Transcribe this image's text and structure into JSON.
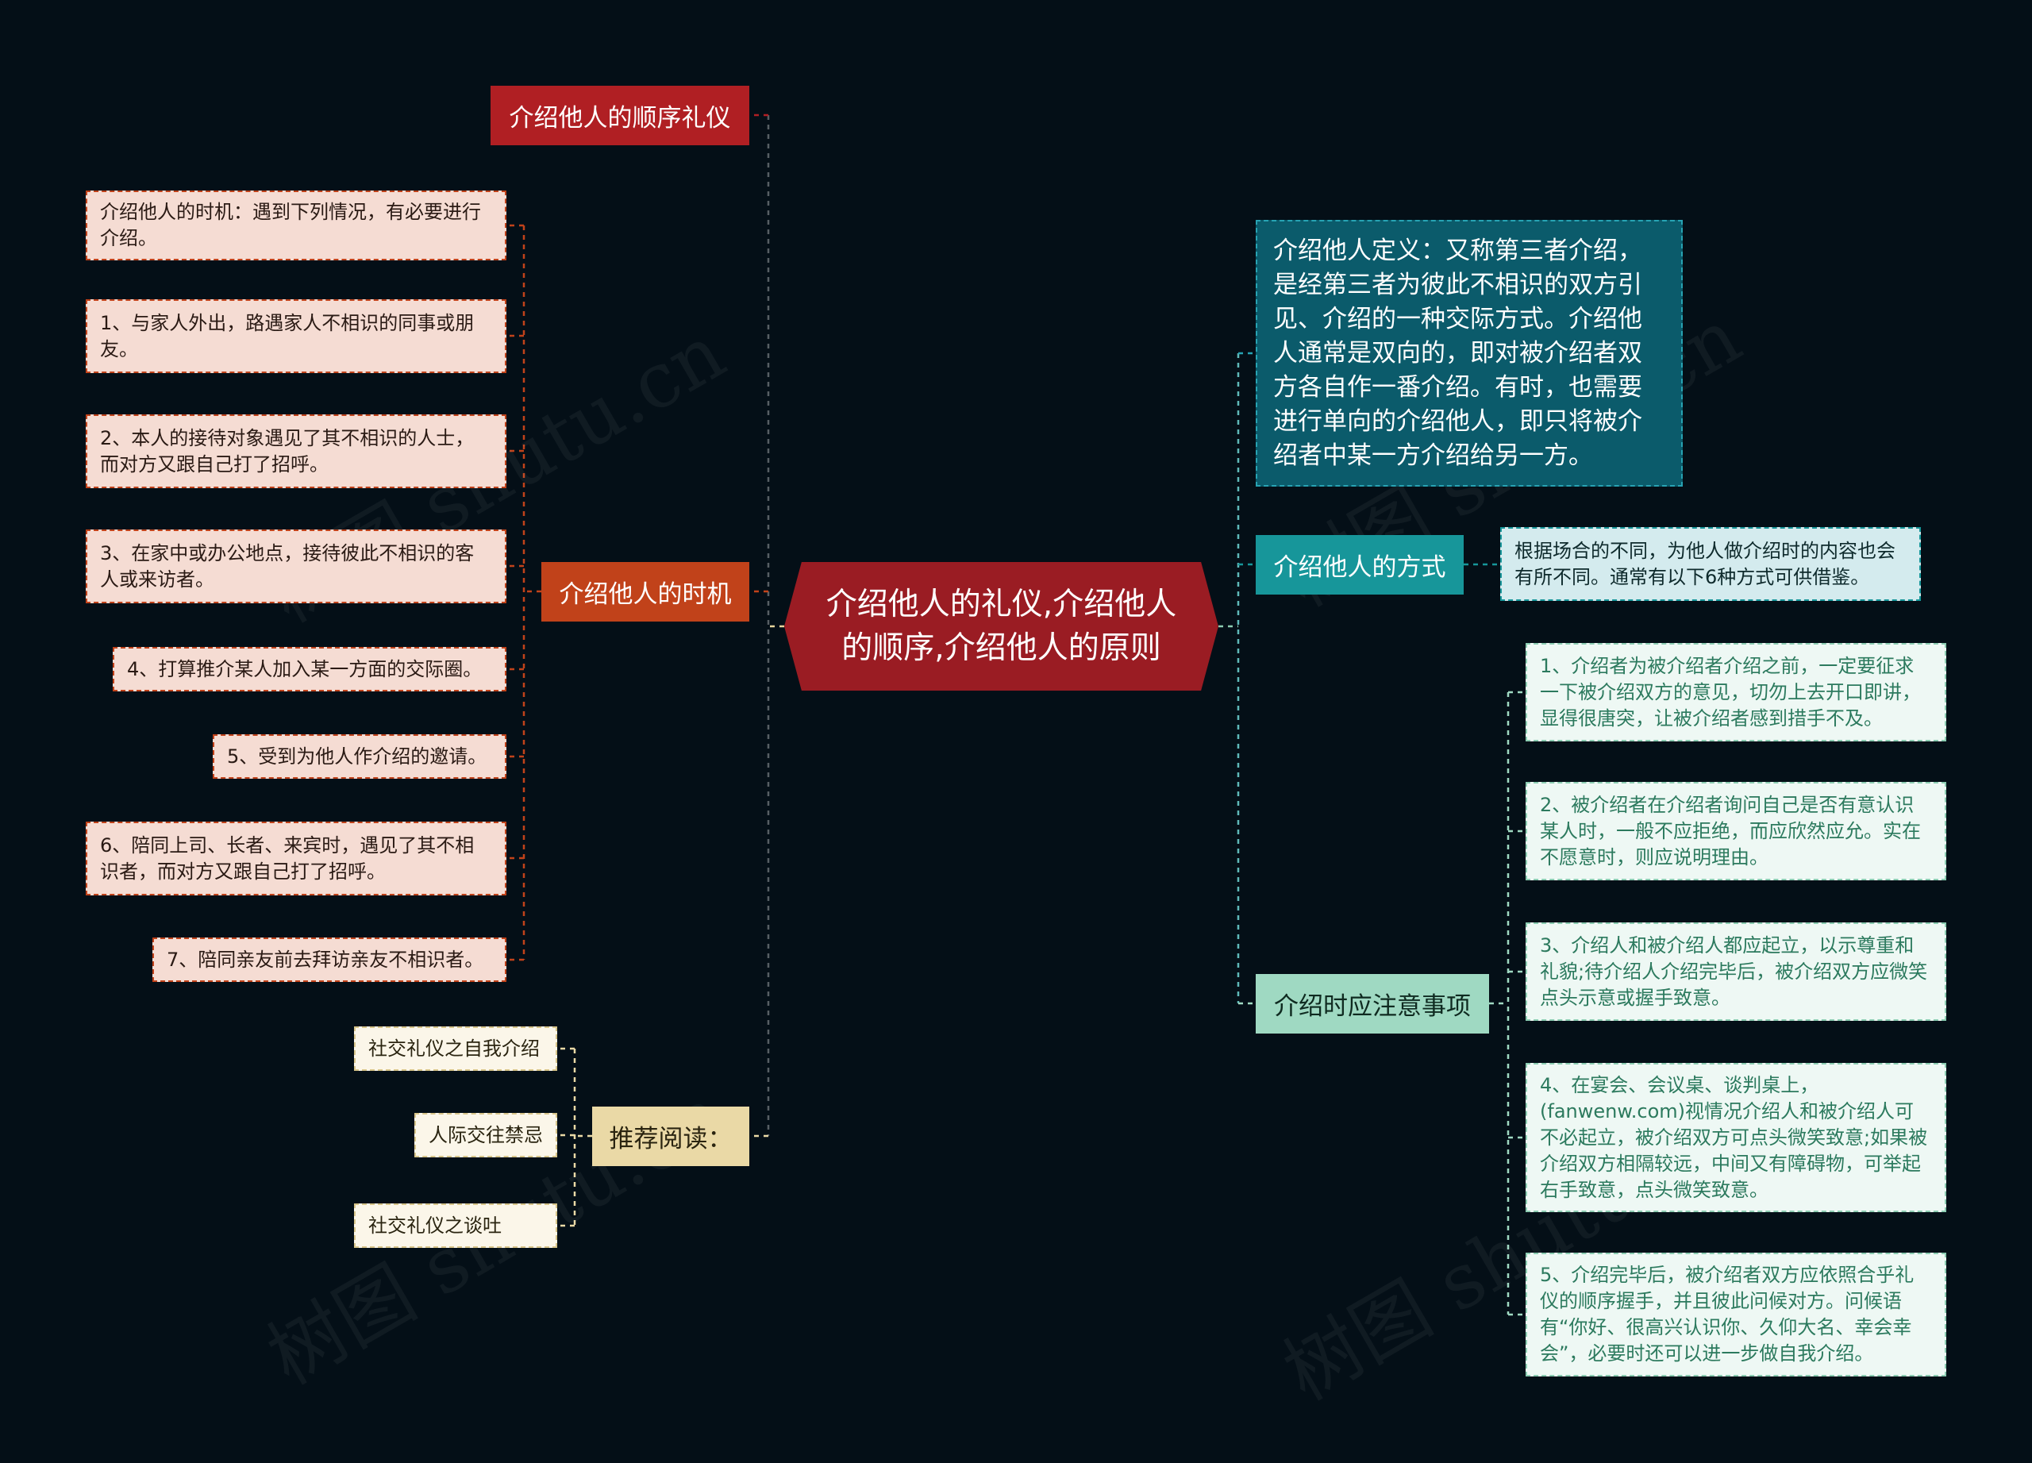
{
  "root": {
    "title": "介绍他人的礼仪,介绍他人的顺序,介绍他人的原则"
  },
  "left": {
    "order": {
      "label": "介绍他人的顺序礼仪"
    },
    "timing": {
      "label": "介绍他人的时机",
      "items": [
        "介绍他人的时机：遇到下列情况，有必要进行介绍。",
        "1、与家人外出，路遇家人不相识的同事或朋友。",
        "2、本人的接待对象遇见了其不相识的人士，而对方又跟自己打了招呼。",
        "3、在家中或办公地点，接待彼此不相识的客人或来访者。",
        "4、打算推介某人加入某一方面的交际圈。",
        "5、受到为他人作介绍的邀请。",
        "6、陪同上司、长者、来宾时，遇见了其不相识者，而对方又跟自己打了招呼。",
        "7、陪同亲友前去拜访亲友不相识者。"
      ]
    },
    "reading": {
      "label": "推荐阅读：",
      "items": [
        "社交礼仪之自我介绍",
        "人际交往禁忌",
        "社交礼仪之谈吐"
      ]
    }
  },
  "right": {
    "definition": {
      "text": "介绍他人定义：又称第三者介绍，是经第三者为彼此不相识的双方引见、介绍的一种交际方式。介绍他人通常是双向的，即对被介绍者双方各自作一番介绍。有时，也需要进行单向的介绍他人，即只将被介绍者中某一方介绍给另一方。"
    },
    "methods": {
      "label": "介绍他人的方式",
      "detail": "根据场合的不同，为他人做介绍时的内容也会有所不同。通常有以下6种方式可供借鉴。"
    },
    "notes": {
      "label": "介绍时应注意事项",
      "items": [
        "1、介绍者为被介绍者介绍之前，一定要征求一下被介绍双方的意见，切勿上去开口即讲，显得很唐突，让被介绍者感到措手不及。",
        "2、被介绍者在介绍者询问自己是否有意认识某人时，一般不应拒绝，而应欣然应允。实在不愿意时，则应说明理由。",
        "3、介绍人和被介绍人都应起立，以示尊重和礼貌;待介绍人介绍完毕后，被介绍双方应微笑点头示意或握手致意。",
        "4、在宴会、会议桌、谈判桌上，(fanwenw.com)视情况介绍人和被介绍人可不必起立，被介绍双方可点头微笑致意;如果被介绍双方相隔较远，中间又有障碍物，可举起右手致意，点头微笑致意。",
        "5、介绍完毕后，被介绍者双方应依照合乎礼仪的顺序握手，并且彼此问候对方。问候语有“你好、很高兴认识你、久仰大名、幸会幸会”，必要时还可以进一步做自我介绍。"
      ]
    }
  },
  "watermark": "树图 shutu.cn",
  "colors": {
    "background": "#040f17",
    "root": "#9a1c23",
    "order": "#b01f23",
    "timing": "#c1421a",
    "timing_leaf": "#f5dcd3",
    "reading": "#ead9a6",
    "reading_leaf": "#fbf6e9",
    "definition": "#0b5b6b",
    "methods": "#17969a",
    "methods_leaf": "#d4ebee",
    "notes": "#9fd9c2",
    "notes_leaf": "#eef8f4"
  }
}
